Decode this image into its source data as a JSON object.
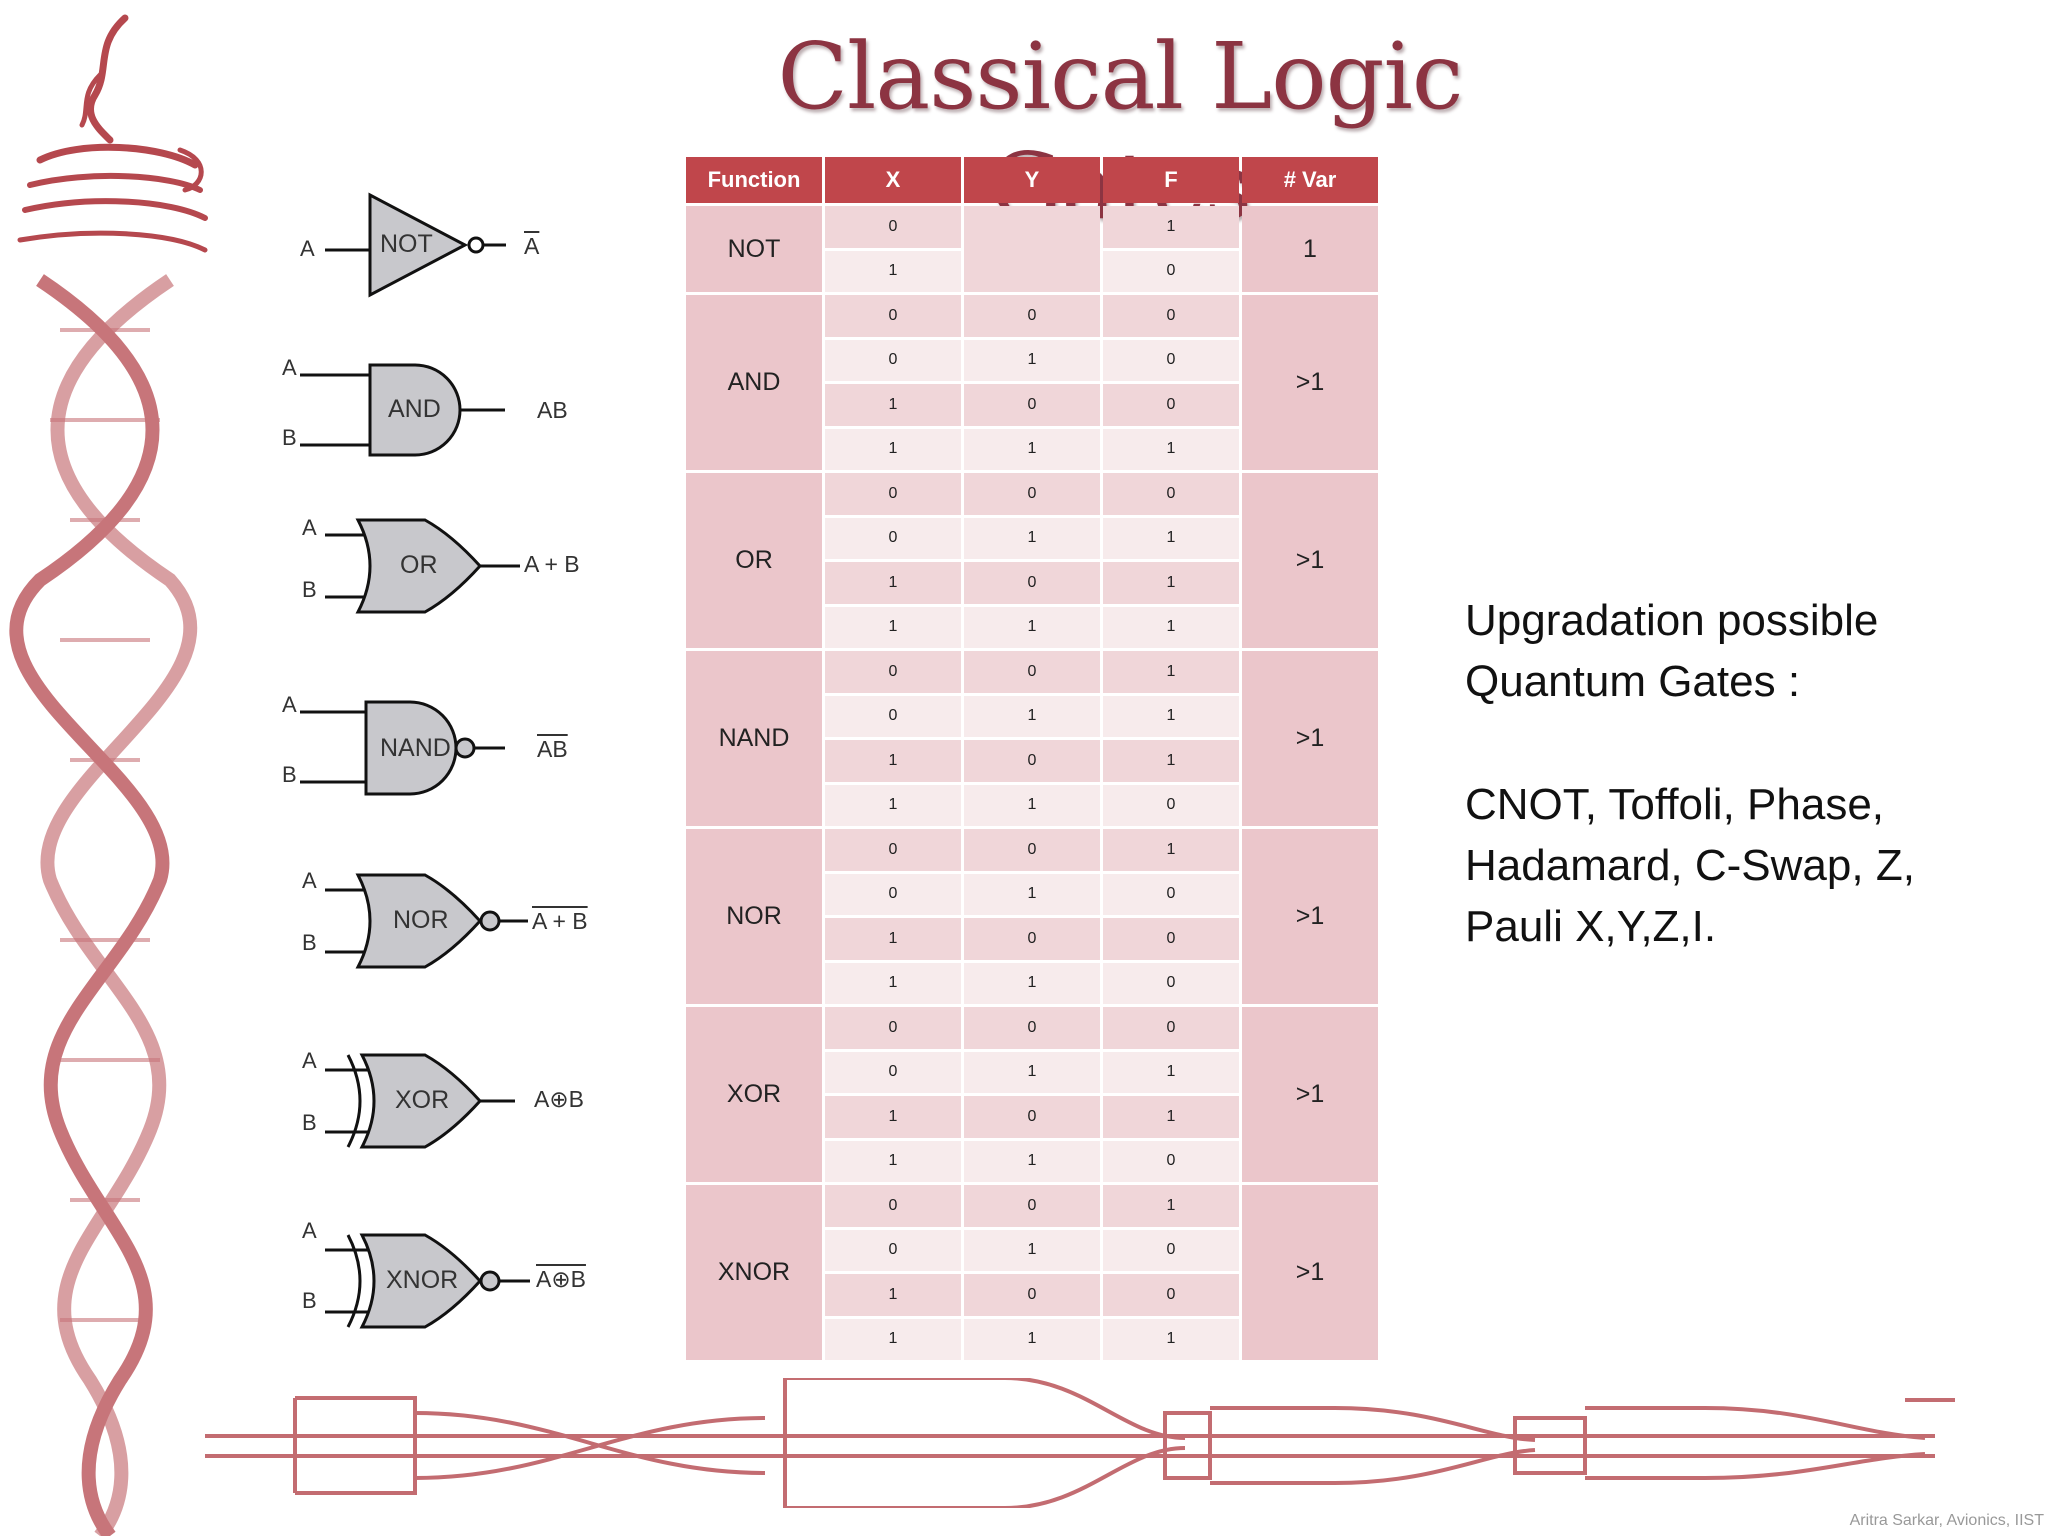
{
  "slide": {
    "title": "Classical Logic Gates",
    "footer": "Aritra Sarkar, Avionics, IIST"
  },
  "gates": [
    {
      "name": "NOT",
      "inputs": [
        "A"
      ],
      "output": "A",
      "output_overline": true
    },
    {
      "name": "AND",
      "inputs": [
        "A",
        "B"
      ],
      "output": "AB",
      "output_overline": false
    },
    {
      "name": "OR",
      "inputs": [
        "A",
        "B"
      ],
      "output": "A + B",
      "output_overline": false
    },
    {
      "name": "NAND",
      "inputs": [
        "A",
        "B"
      ],
      "output": "AB",
      "output_overline": true
    },
    {
      "name": "NOR",
      "inputs": [
        "A",
        "B"
      ],
      "output": "A + B",
      "output_overline": true
    },
    {
      "name": "XOR",
      "inputs": [
        "A",
        "B"
      ],
      "output": "A⊕B",
      "output_overline": false
    },
    {
      "name": "XNOR",
      "inputs": [
        "A",
        "B"
      ],
      "output": "A⊕B",
      "output_overline": true
    }
  ],
  "table": {
    "headers": [
      "Function",
      "X",
      "Y",
      "F",
      "# Var"
    ],
    "groups": [
      {
        "function": "NOT",
        "vars": "1",
        "rows": [
          [
            "0",
            "",
            "1"
          ],
          [
            "1",
            "",
            "0"
          ]
        ]
      },
      {
        "function": "AND",
        "vars": ">1",
        "rows": [
          [
            "0",
            "0",
            "0"
          ],
          [
            "0",
            "1",
            "0"
          ],
          [
            "1",
            "0",
            "0"
          ],
          [
            "1",
            "1",
            "1"
          ]
        ]
      },
      {
        "function": "OR",
        "vars": ">1",
        "rows": [
          [
            "0",
            "0",
            "0"
          ],
          [
            "0",
            "1",
            "1"
          ],
          [
            "1",
            "0",
            "1"
          ],
          [
            "1",
            "1",
            "1"
          ]
        ]
      },
      {
        "function": "NAND",
        "vars": ">1",
        "rows": [
          [
            "0",
            "0",
            "1"
          ],
          [
            "0",
            "1",
            "1"
          ],
          [
            "1",
            "0",
            "1"
          ],
          [
            "1",
            "1",
            "0"
          ]
        ]
      },
      {
        "function": "NOR",
        "vars": ">1",
        "rows": [
          [
            "0",
            "0",
            "1"
          ],
          [
            "0",
            "1",
            "0"
          ],
          [
            "1",
            "0",
            "0"
          ],
          [
            "1",
            "1",
            "0"
          ]
        ]
      },
      {
        "function": "XOR",
        "vars": ">1",
        "rows": [
          [
            "0",
            "0",
            "0"
          ],
          [
            "0",
            "1",
            "1"
          ],
          [
            "1",
            "0",
            "1"
          ],
          [
            "1",
            "1",
            "0"
          ]
        ]
      },
      {
        "function": "XNOR",
        "vars": ">1",
        "rows": [
          [
            "0",
            "0",
            "1"
          ],
          [
            "0",
            "1",
            "0"
          ],
          [
            "1",
            "0",
            "0"
          ],
          [
            "1",
            "1",
            "1"
          ]
        ]
      }
    ]
  },
  "notes": {
    "line1": "Upgradation possible",
    "line2": "Quantum Gates :",
    "line3": "CNOT, Toffoli, Phase,",
    "line4": "Hadamard, C-Swap, Z,",
    "line5": "Pauli X,Y,Z,I."
  },
  "colors": {
    "title": "#8c3442",
    "header": "#c0464b",
    "cell_dark": "#f0d6d9",
    "cell_light": "#f7ebec",
    "label_cell": "#ebc6cb",
    "decoration": "#b5484e"
  }
}
